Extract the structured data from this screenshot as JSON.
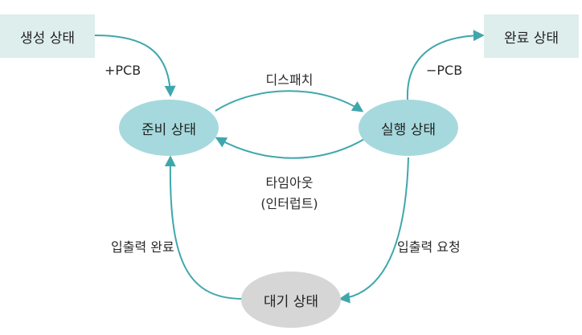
{
  "colors": {
    "edge": "#3fa7ac",
    "state_fill": "#a6d9dd",
    "wait_fill": "#d6d6d6",
    "box_fill": "#ddeeec"
  },
  "nodes": {
    "created": "생성 상태",
    "terminated": "완료 상태",
    "ready": "준비 상태",
    "running": "실행 상태",
    "waiting": "대기 상태"
  },
  "edges": {
    "created_to_ready": "+PCB",
    "running_to_terminated": "−PCB",
    "dispatch": "디스패치",
    "timeout": "타임아웃",
    "timeout_note": "(인터럽트)",
    "io_request": "입출력 요청",
    "io_complete": "입출력 완료"
  }
}
